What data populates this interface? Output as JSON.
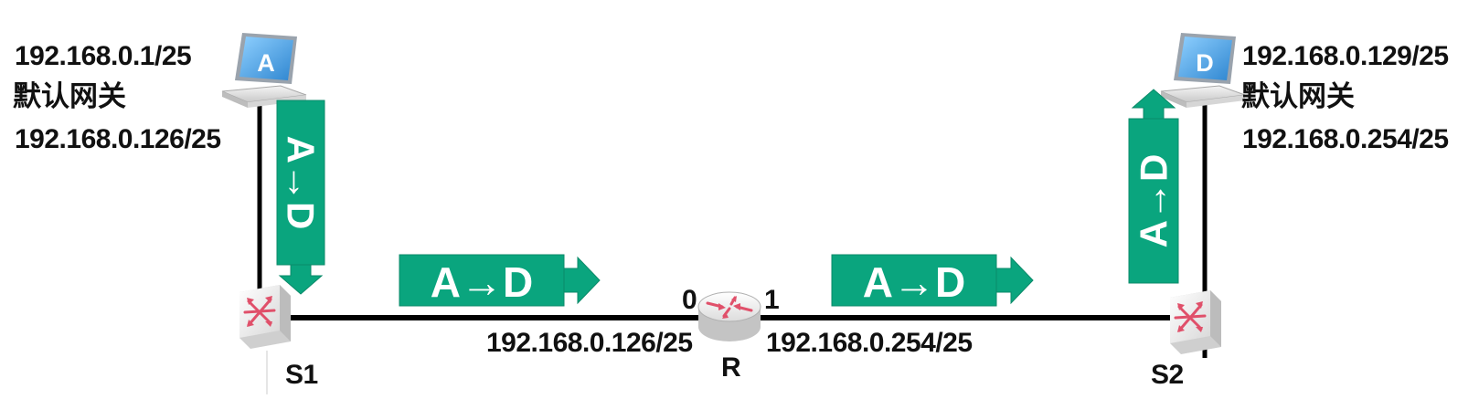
{
  "hosts": {
    "a": {
      "letter": "A",
      "ip": "192.168.0.1/25",
      "gateway_label": "默认网关",
      "gateway_ip": "192.168.0.126/25"
    },
    "d": {
      "letter": "D",
      "ip": "192.168.0.129/25",
      "gateway_label": "默认网关",
      "gateway_ip": "192.168.0.254/25"
    }
  },
  "switches": {
    "s1": {
      "label": "S1"
    },
    "s2": {
      "label": "S2"
    }
  },
  "router": {
    "label": "R",
    "port0": {
      "number": "0",
      "ip": "192.168.0.126/25"
    },
    "port1": {
      "number": "1",
      "ip": "192.168.0.254/25"
    }
  },
  "packets": {
    "a_to_s1": "A→D",
    "s1_to_r": "A→D",
    "r_to_s2": "A→D",
    "s2_to_d": "A→D"
  },
  "colors": {
    "packet_fill": "#0aa57e",
    "packet_stroke": "#0b8a69",
    "link": "#000000",
    "laptop_screen": "#3f9ee0",
    "router_arrows": "#e0506a"
  }
}
